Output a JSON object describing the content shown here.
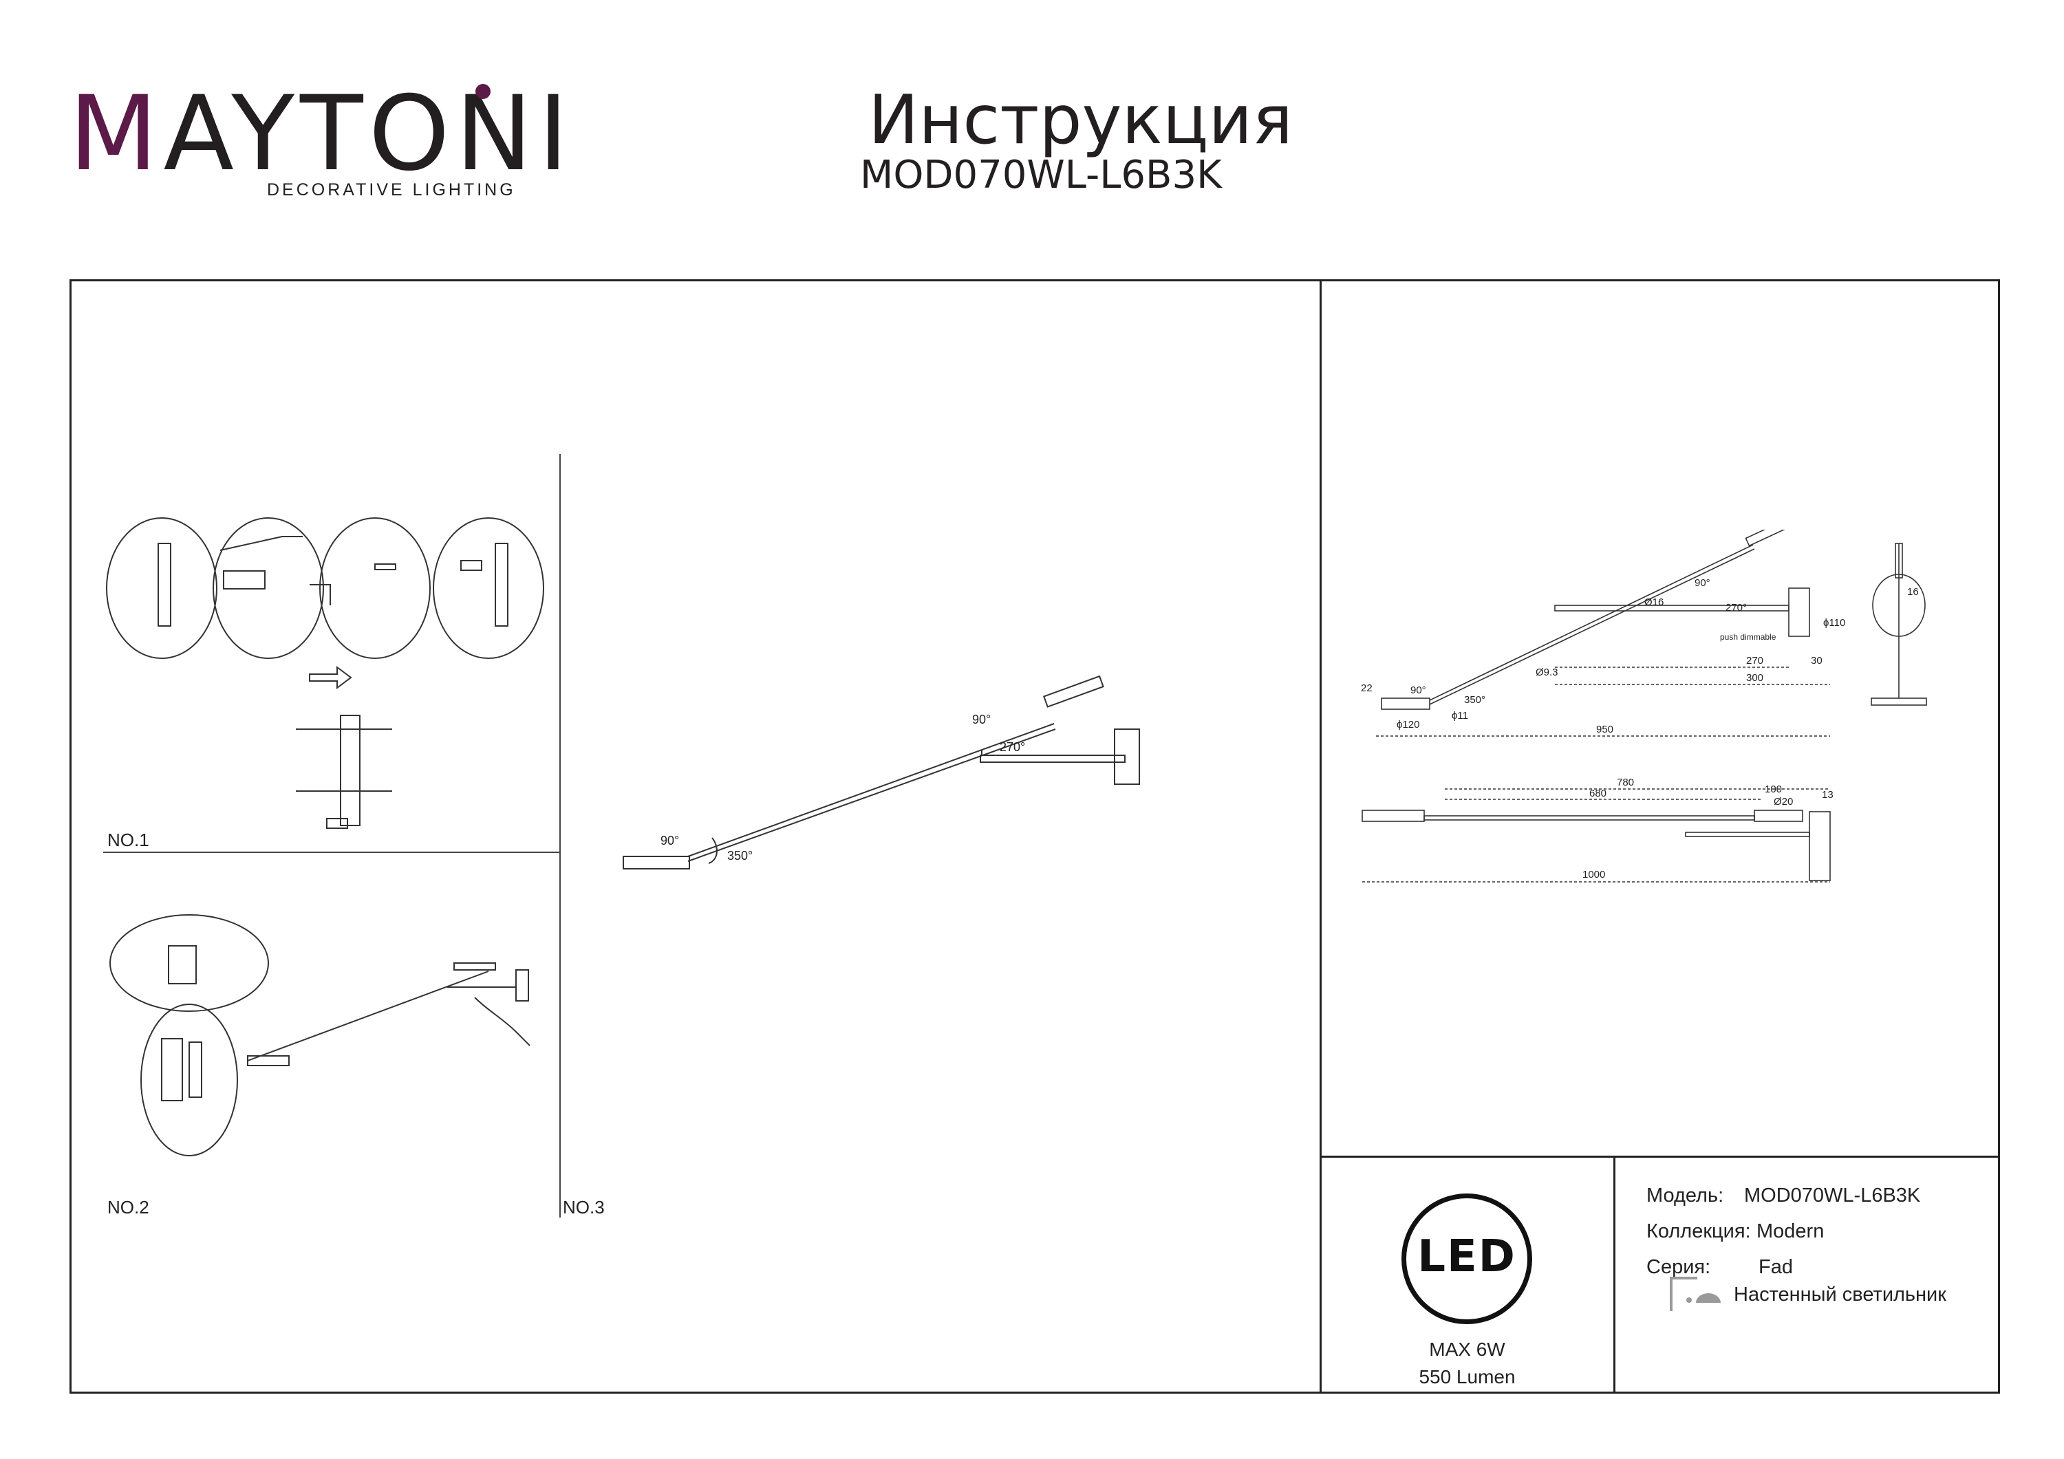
{
  "brand": {
    "name_prefix": "M",
    "name_rest": "AYTONI",
    "tagline": "DECORATIVE LIGHTING",
    "accent_color": "#5b1a47"
  },
  "document": {
    "title": "Инструкция",
    "model_code": "MOD070WL-L6B3K"
  },
  "steps": {
    "step1": "NO.1",
    "step2": "NO.2",
    "step3": "NO.3"
  },
  "step3_diagram": {
    "angle_top": "90°",
    "angle_joint": "270°",
    "angle_head": "90°",
    "rotation": "350°"
  },
  "dimensions": {
    "head_height": "22",
    "head_angle": "90°",
    "head_rotation": "350°",
    "head_width": "ϕ120",
    "head_joint": "ϕ11",
    "arm_diameter": "Ø9.3",
    "pivot_diameter": "Ø16",
    "top_angle": "90°",
    "joint_angle": "270°",
    "switch_note": "push dimmable",
    "base_height": "ϕ110",
    "side_width": "16",
    "bracket_270": "270",
    "bracket_30": "30",
    "bracket_300": "300",
    "total_950": "950",
    "len_780": "780",
    "len_680": "680",
    "len_100": "100",
    "len_13": "13",
    "diam_20": "Ø20",
    "total_1000": "1000"
  },
  "specs": {
    "led_logo": "LED",
    "max_power": "MAX 6W",
    "lumen": "550 Lumen"
  },
  "info": {
    "model_label": "Модель:",
    "model_value": "MOD070WL-L6B3K",
    "collection_label": "Коллекция:",
    "collection_value": "Modern",
    "series_label": "Серия:",
    "series_value": "Fad",
    "type_value": "Настенный светильник",
    "type_icon": "wall-lamp-icon"
  }
}
